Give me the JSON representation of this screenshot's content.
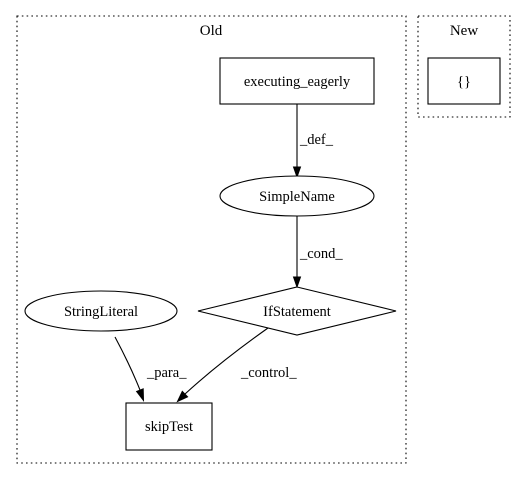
{
  "clusters": {
    "old": {
      "label": "Old"
    },
    "new": {
      "label": "New"
    }
  },
  "nodes": {
    "executing_eagerly": {
      "label": "executing_eagerly",
      "shape": "box"
    },
    "simple_name": {
      "label": "SimpleName",
      "shape": "ellipse"
    },
    "if_statement": {
      "label": "IfStatement",
      "shape": "diamond"
    },
    "string_literal": {
      "label": "StringLiteral",
      "shape": "ellipse"
    },
    "skip_test": {
      "label": "skipTest",
      "shape": "box"
    },
    "braces": {
      "label": "{}",
      "shape": "box"
    }
  },
  "edges": {
    "def": {
      "label": "_def_",
      "from": "executing_eagerly",
      "to": "simple_name"
    },
    "cond": {
      "label": "_cond_",
      "from": "simple_name",
      "to": "if_statement"
    },
    "para": {
      "label": "_para_",
      "from": "string_literal",
      "to": "skip_test"
    },
    "control": {
      "label": "_control_",
      "from": "if_statement",
      "to": "skip_test"
    }
  }
}
